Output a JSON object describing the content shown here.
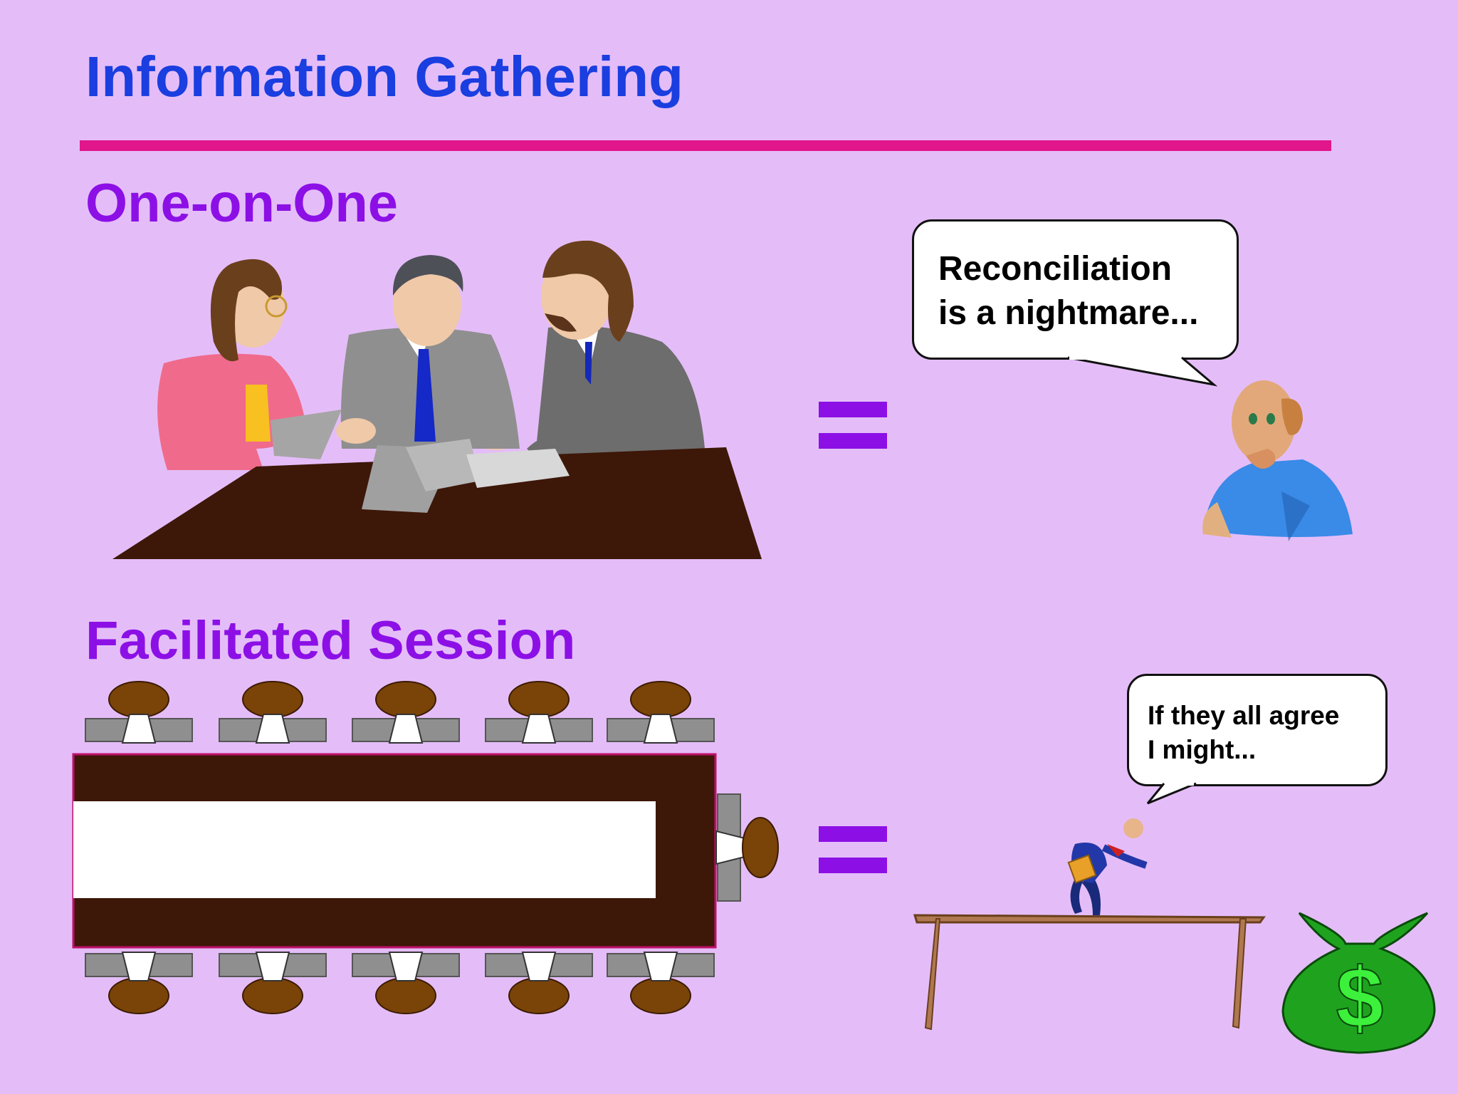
{
  "slide": {
    "title": "Information Gathering",
    "colors": {
      "background": "#e4bdf8",
      "title": "#1a3ee0",
      "rule": "#e0168a",
      "headings": "#8c10e6",
      "table": "#3d1708",
      "chair": "#7a4308",
      "money_bag": "#1fa31f"
    }
  },
  "one_on_one": {
    "heading": "One-on-One",
    "bubble_line1": "Reconciliation",
    "bubble_line2": "is a nightmare...",
    "icons": [
      "meeting-illustration",
      "equals-icon",
      "thinking-man-illustration"
    ]
  },
  "facilitated": {
    "heading": "Facilitated Session",
    "bubble_line1": "If they all agree",
    "bubble_line2": "I might...",
    "icons": [
      "conference-table-diagram",
      "equals-icon",
      "tightrope-walker-illustration",
      "money-bag-icon"
    ]
  }
}
